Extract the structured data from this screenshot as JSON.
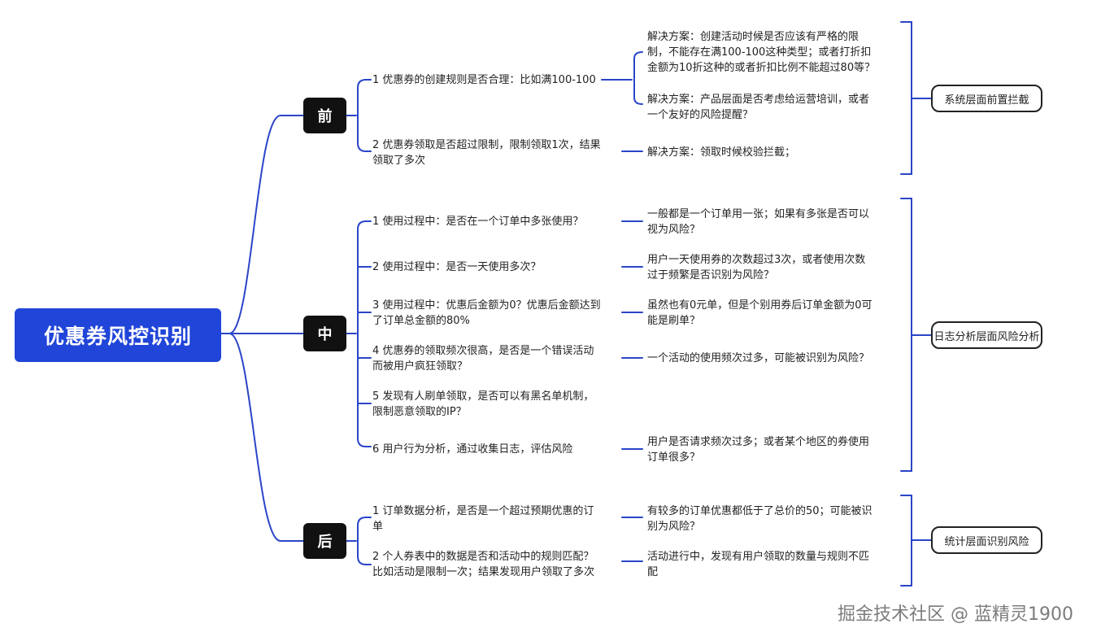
{
  "title": "优惠券风控识别",
  "phases": [
    {
      "label": "前"
    },
    {
      "label": "中"
    },
    {
      "label": "后"
    }
  ],
  "before": {
    "items": [
      {
        "line1": "1 优惠券的创建规则是否合理：比如满100-100"
      },
      {
        "line1": "2 优惠券领取是否超过限制，限制领取1次，结果",
        "line2": "领取了多次"
      }
    ],
    "solutions": [
      {
        "line1": "解决方案：创建活动时候是否应该有严格的限",
        "line2": "制，不能存在满100-100这种类型；或者打折扣",
        "line3": "金额为10折这种的或者折扣比例不能超过80等？"
      },
      {
        "line1": "解决方案：产品层面是否考虑给运营培训，或者",
        "line2": "一个友好的风险提醒？"
      },
      {
        "line1": "解决方案：领取时候校验拦截；"
      }
    ]
  },
  "during": {
    "items": [
      {
        "line1": "1 使用过程中：是否在一个订单中多张使用？"
      },
      {
        "line1": "2 使用过程中：是否一天使用多次？"
      },
      {
        "line1": "3 使用过程中：优惠后金额为0？优惠后金额达到",
        "line2": "了订单总金额的80%"
      },
      {
        "line1": "4 优惠券的领取频次很高，是否是一个错误活动",
        "line2": "而被用户疯狂领取？"
      },
      {
        "line1": "5 发现有人刷单领取，是否可以有黑名单机制，",
        "line2": "限制恶意领取的IP？"
      },
      {
        "line1": "6 用户行为分析，通过收集日志，评估风险"
      }
    ],
    "notes": [
      {
        "line1": "一般都是一个订单用一张；如果有多张是否可以",
        "line2": "视为风险？"
      },
      {
        "line1": "用户一天使用券的次数超过3次，或者使用次数",
        "line2": "过于频繁是否识别为风险？"
      },
      {
        "line1": "虽然也有0元单，但是个别用券后订单金额为0可",
        "line2": "能是刷单？"
      },
      {
        "line1": "一个活动的使用频次过多，可能被识别为风险？"
      },
      {
        "line1": "用户是否请求频次过多；或者某个地区的券使用",
        "line2": "订单很多？"
      }
    ]
  },
  "after": {
    "items": [
      {
        "line1": "1 订单数据分析，是否是一个超过预期优惠的订",
        "line2": "单"
      },
      {
        "line1": "2 个人券表中的数据是否和活动中的规则匹配？",
        "line2": "比如活动是限制一次；结果发现用户领取了多次"
      }
    ],
    "notes": [
      {
        "line1": "有较多的订单优惠都低于了总价的50；可能被识",
        "line2": "别为风险？"
      },
      {
        "line1": "活动进行中，发现有用户领取的数量与规则不匹",
        "line2": "配"
      }
    ]
  },
  "layers": [
    {
      "label": "系统层面前置拦截"
    },
    {
      "label": "日志分析层面风险分析"
    },
    {
      "label": "统计层面识别风险"
    }
  ],
  "watermark": "掘金技术社区 @ 蓝精灵1900",
  "colors": {
    "root": "#2045d8",
    "connector": "#2b45c8",
    "phase": "#111111"
  }
}
